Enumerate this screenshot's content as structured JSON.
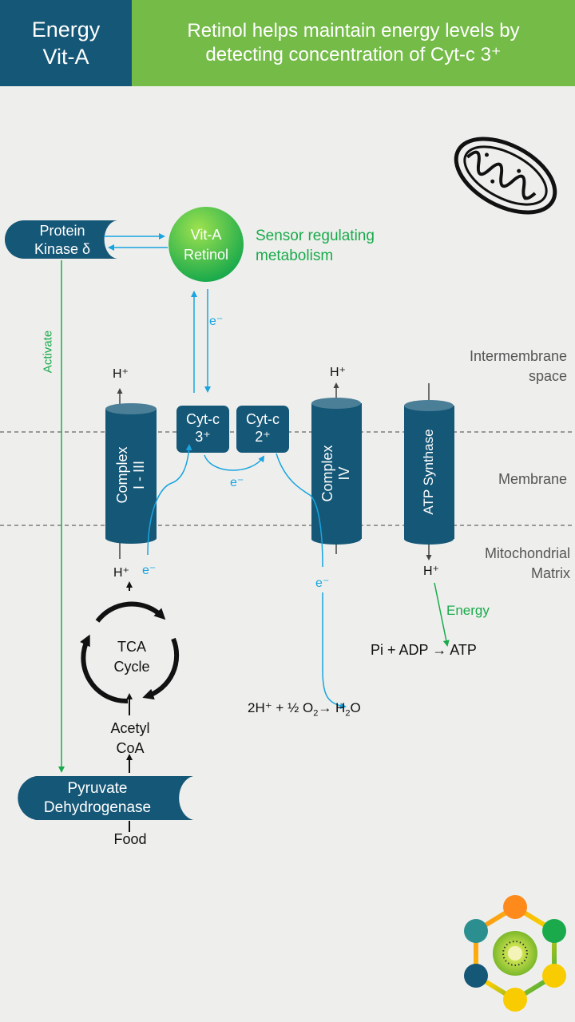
{
  "header": {
    "category_line1": "Energy",
    "category_line2": "Vit-A",
    "title_line1": "Retinol helps maintain energy levels by",
    "title_line2": "detecting concentration of Cyt-c 3⁺"
  },
  "colors": {
    "dark_teal": "#155777",
    "green": "#74bb48",
    "bright_green": "#1aaa4c",
    "cyan": "#18a4e0",
    "background": "#eeefec"
  },
  "icons": [
    "mitochondrion-icon",
    "kiwi-hexagon-logo"
  ],
  "nodes": {
    "protein_kinase_line1": "Protein",
    "protein_kinase_line2": "Kinase δ",
    "vit_a_line1": "Vit-A",
    "vit_a_line2": "Retinol",
    "sensor_line1": "Sensor regulating",
    "sensor_line2": "metabolism",
    "activate": "Activate",
    "complex_1_3_line1": "Complex",
    "complex_1_3_line2": "I - III",
    "cytc3_line1": "Cyt-c",
    "cytc3_line2": "3⁺",
    "cytc2_line1": "Cyt-c",
    "cytc2_line2": "2⁺",
    "complex_4_line1": "Complex",
    "complex_4_line2": "IV",
    "atp_synthase": "ATP Synthase",
    "pyruvate_line1": "Pyruvate",
    "pyruvate_line2": "Dehydrogenase",
    "tca_line1": "TCA",
    "tca_line2": "Cycle",
    "acetyl_line1": "Acetyl",
    "acetyl_line2": "CoA",
    "food": "Food"
  },
  "regions": {
    "intermembrane_line1": "Intermembrane",
    "intermembrane_line2": "space",
    "membrane": "Membrane",
    "matrix_line1": "Mitochondrial",
    "matrix_line2": "Matrix"
  },
  "labels": {
    "h_plus": "H⁺",
    "e_minus": "e⁻",
    "energy": "Energy",
    "pi_adp_atp": "Pi + ADP → ATP",
    "water_left": "2H⁺ + ½ O",
    "water_sub": "2",
    "water_arrow": "→ H",
    "water_sub2": "2",
    "water_right": "O"
  }
}
